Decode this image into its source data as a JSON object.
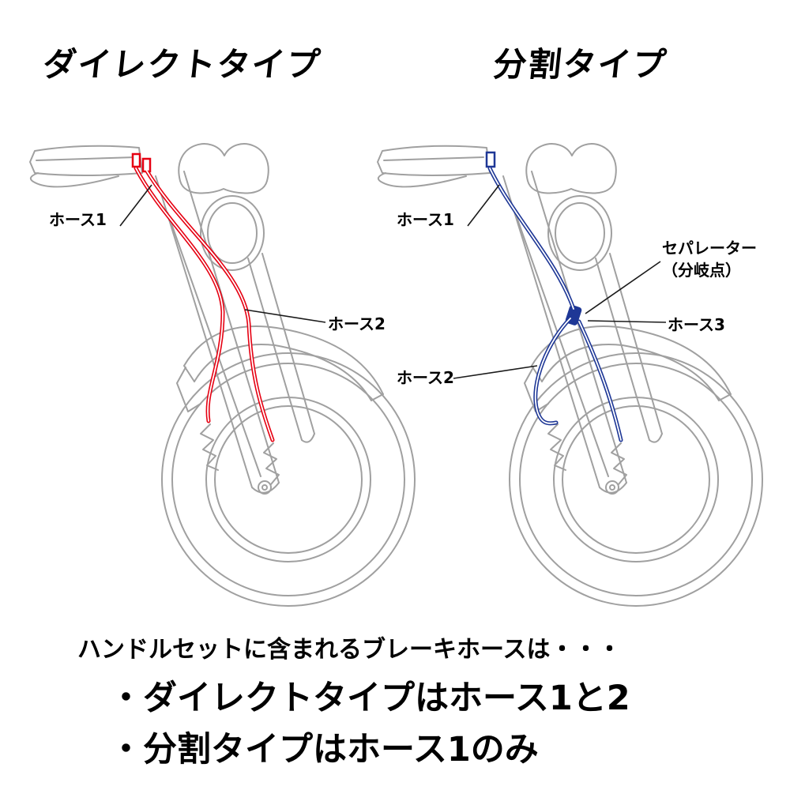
{
  "titles": {
    "direct": "ダイレクトタイプ",
    "split": "分割タイプ"
  },
  "labels": {
    "direct": {
      "hose1": "ホース1",
      "hose2": "ホース2"
    },
    "split": {
      "hose1": "ホース1",
      "separator_line1": "セパレーター",
      "separator_line2": "（分岐点）",
      "hose3": "ホース3",
      "hose2": "ホース2"
    }
  },
  "footer": {
    "intro": "ハンドルセットに含まれるブレーキホースは・・・",
    "bullet_direct": "・ダイレクトタイプはホース1と2",
    "bullet_split": "・分割タイプはホース1のみ"
  },
  "colors": {
    "direct_hose": "#e60012",
    "split_hose": "#1e3796",
    "line_art": "#a0a0a0",
    "leader": "#1a1a1a"
  }
}
